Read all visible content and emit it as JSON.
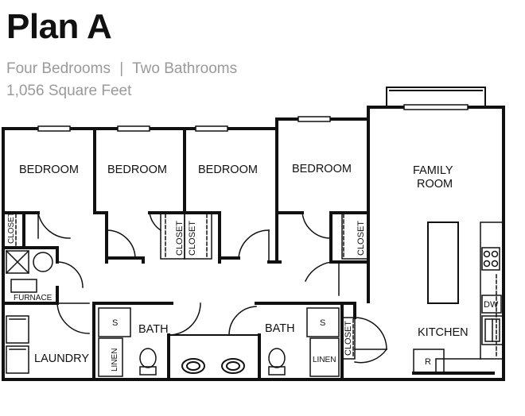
{
  "plan": {
    "title": "Plan A",
    "bedrooms": "Four Bedrooms",
    "separator": "|",
    "bathrooms": "Two Bathrooms",
    "area": "1,056 Square Feet"
  },
  "rooms": {
    "bedroom_1": "BEDROOM",
    "bedroom_2": "BEDROOM",
    "bedroom_3": "BEDROOM",
    "bedroom_4": "BEDROOM",
    "family_room_line1": "FAMILY",
    "family_room_line2": "ROOM",
    "kitchen": "KITCHEN",
    "laundry": "LAUNDRY",
    "bath_1": "BATH",
    "bath_2": "BATH"
  },
  "fixtures": {
    "closet_1": "CLOSET",
    "closet_2": "CLOSET",
    "closet_3": "CLOSET",
    "closet_4": "CLOSET",
    "closet_5": "CLOSET",
    "furnace": "FURNACE",
    "linen_1": "LINEN",
    "linen_2": "LINEN",
    "shower_1": "S",
    "shower_2": "S",
    "dishwasher": "DW",
    "refrigerator": "R"
  }
}
